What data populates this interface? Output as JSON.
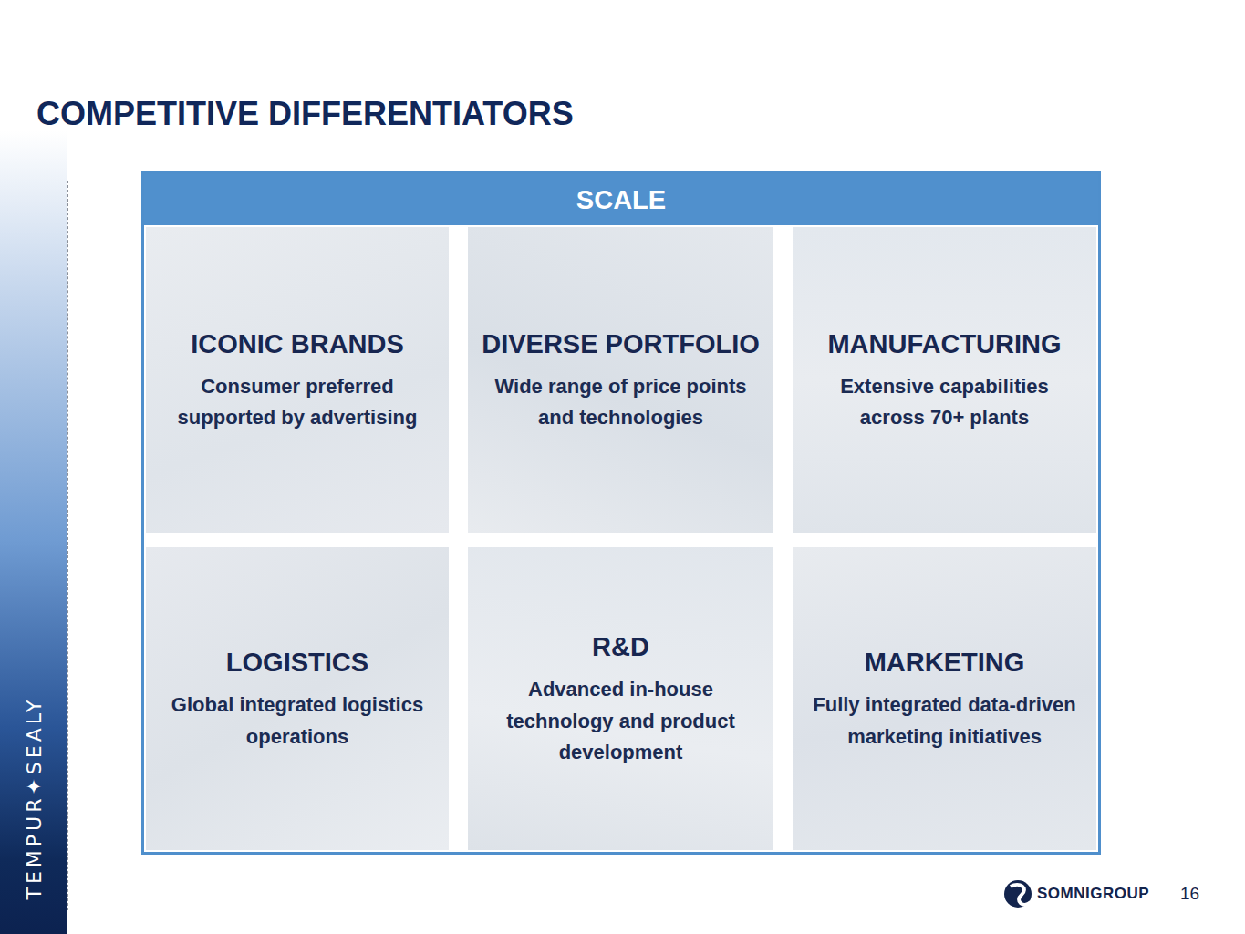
{
  "diagram": {
    "title": "COMPETITIVE DIFFERENTIATORS",
    "nodes": [
      {
        "text": [
          "SCALE"
        ]
      },
      {
        "text": [
          "ICONIC BRANDS",
          "Consumer preferred supported by advertising"
        ],
        "in": 0
      },
      {
        "text": [
          "DIVERSE PORTFOLIO",
          "Wide range of price points and technologies"
        ],
        "in": 0
      },
      {
        "text": [
          "MANUFACTURING",
          "Extensive capabilities across 70+ plants"
        ],
        "in": 0
      },
      {
        "text": [
          "LOGISTICS",
          "Global integrated logistics operations"
        ],
        "in": 0
      },
      {
        "text": [
          "R&D",
          "Advanced in-house technology and product development"
        ],
        "in": 0
      },
      {
        "text": [
          "MARKETING",
          "Fully integrated data-driven marketing initiatives"
        ],
        "in": 0
      }
    ],
    "labels": [
      "TEMPUR✦SEALY",
      "SOMNIGROUP",
      "16"
    ]
  }
}
